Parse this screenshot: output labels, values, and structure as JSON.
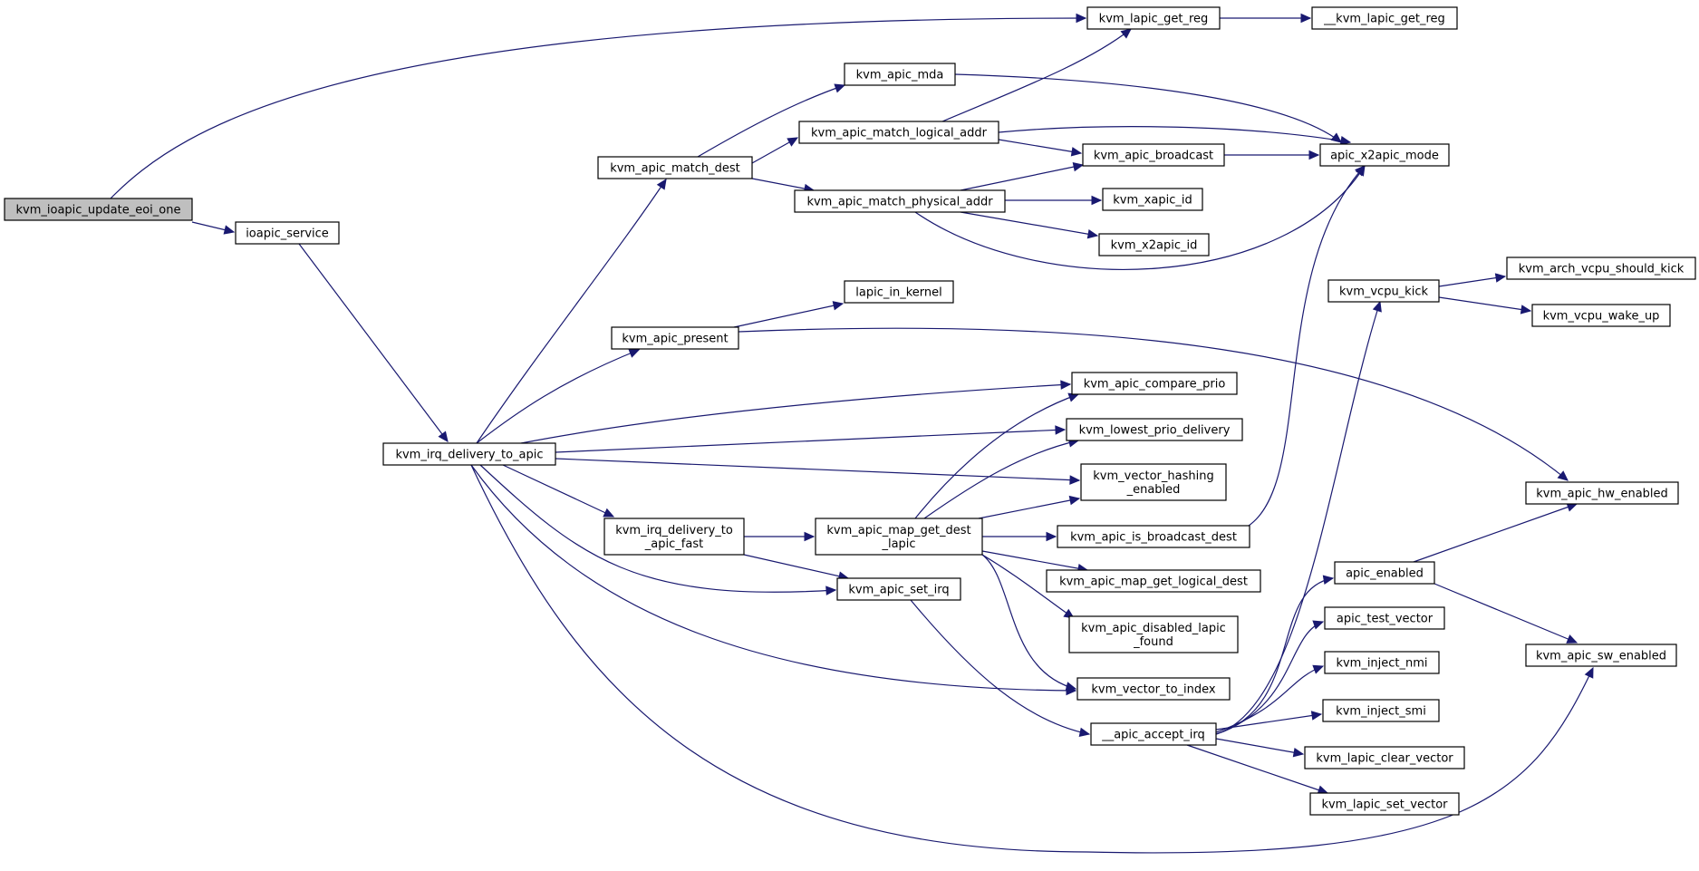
{
  "colors": {
    "edge": "#191970",
    "node_border": "#000000",
    "node_fill": "#ffffff",
    "root_fill": "#bfbfbf"
  },
  "nodes": [
    {
      "id": "kvm_ioapic_update_eoi_one",
      "lines": [
        "kvm_ioapic_update_eoi_one"
      ],
      "root": true
    },
    {
      "id": "ioapic_service",
      "lines": [
        "ioapic_service"
      ]
    },
    {
      "id": "kvm_lapic_get_reg",
      "lines": [
        "kvm_lapic_get_reg"
      ]
    },
    {
      "id": "__kvm_lapic_get_reg",
      "lines": [
        "__kvm_lapic_get_reg"
      ]
    },
    {
      "id": "kvm_apic_mda",
      "lines": [
        "kvm_apic_mda"
      ]
    },
    {
      "id": "kvm_apic_match_logical_addr",
      "lines": [
        "kvm_apic_match_logical_addr"
      ]
    },
    {
      "id": "kvm_apic_match_dest",
      "lines": [
        "kvm_apic_match_dest"
      ]
    },
    {
      "id": "kvm_apic_match_physical_addr",
      "lines": [
        "kvm_apic_match_physical_addr"
      ]
    },
    {
      "id": "kvm_apic_broadcast",
      "lines": [
        "kvm_apic_broadcast"
      ]
    },
    {
      "id": "apic_x2apic_mode",
      "lines": [
        "apic_x2apic_mode"
      ]
    },
    {
      "id": "kvm_xapic_id",
      "lines": [
        "kvm_xapic_id"
      ]
    },
    {
      "id": "kvm_x2apic_id",
      "lines": [
        "kvm_x2apic_id"
      ]
    },
    {
      "id": "lapic_in_kernel",
      "lines": [
        "lapic_in_kernel"
      ]
    },
    {
      "id": "kvm_apic_present",
      "lines": [
        "kvm_apic_present"
      ]
    },
    {
      "id": "kvm_vcpu_kick",
      "lines": [
        "kvm_vcpu_kick"
      ]
    },
    {
      "id": "kvm_arch_vcpu_should_kick",
      "lines": [
        "kvm_arch_vcpu_should_kick"
      ]
    },
    {
      "id": "kvm_vcpu_wake_up",
      "lines": [
        "kvm_vcpu_wake_up"
      ]
    },
    {
      "id": "kvm_apic_compare_prio",
      "lines": [
        "kvm_apic_compare_prio"
      ]
    },
    {
      "id": "kvm_irq_delivery_to_apic",
      "lines": [
        "kvm_irq_delivery_to_apic"
      ]
    },
    {
      "id": "kvm_lowest_prio_delivery",
      "lines": [
        "kvm_lowest_prio_delivery"
      ]
    },
    {
      "id": "kvm_vector_hashing_enabled",
      "lines": [
        "kvm_vector_hashing",
        "_enabled"
      ]
    },
    {
      "id": "kvm_apic_hw_enabled",
      "lines": [
        "kvm_apic_hw_enabled"
      ]
    },
    {
      "id": "kvm_irq_delivery_to_apic_fast",
      "lines": [
        "kvm_irq_delivery_to",
        "_apic_fast"
      ]
    },
    {
      "id": "kvm_apic_map_get_dest_lapic",
      "lines": [
        "kvm_apic_map_get_dest",
        "_lapic"
      ]
    },
    {
      "id": "kvm_apic_is_broadcast_dest",
      "lines": [
        "kvm_apic_is_broadcast_dest"
      ]
    },
    {
      "id": "apic_enabled",
      "lines": [
        "apic_enabled"
      ]
    },
    {
      "id": "kvm_apic_map_get_logical_dest",
      "lines": [
        "kvm_apic_map_get_logical_dest"
      ]
    },
    {
      "id": "kvm_apic_set_irq",
      "lines": [
        "kvm_apic_set_irq"
      ]
    },
    {
      "id": "apic_test_vector",
      "lines": [
        "apic_test_vector"
      ]
    },
    {
      "id": "kvm_apic_disabled_lapic_found",
      "lines": [
        "kvm_apic_disabled_lapic",
        "_found"
      ]
    },
    {
      "id": "kvm_apic_sw_enabled",
      "lines": [
        "kvm_apic_sw_enabled"
      ]
    },
    {
      "id": "kvm_inject_nmi",
      "lines": [
        "kvm_inject_nmi"
      ]
    },
    {
      "id": "kvm_vector_to_index",
      "lines": [
        "kvm_vector_to_index"
      ]
    },
    {
      "id": "kvm_inject_smi",
      "lines": [
        "kvm_inject_smi"
      ]
    },
    {
      "id": "__apic_accept_irq",
      "lines": [
        "__apic_accept_irq"
      ]
    },
    {
      "id": "kvm_lapic_clear_vector",
      "lines": [
        "kvm_lapic_clear_vector"
      ]
    },
    {
      "id": "kvm_lapic_set_vector",
      "lines": [
        "kvm_lapic_set_vector"
      ]
    }
  ],
  "edges": [
    [
      "kvm_ioapic_update_eoi_one",
      "kvm_lapic_get_reg"
    ],
    [
      "kvm_ioapic_update_eoi_one",
      "ioapic_service"
    ],
    [
      "ioapic_service",
      "kvm_irq_delivery_to_apic"
    ],
    [
      "kvm_lapic_get_reg",
      "__kvm_lapic_get_reg"
    ],
    [
      "kvm_apic_mda",
      "apic_x2apic_mode"
    ],
    [
      "kvm_apic_match_logical_addr",
      "kvm_lapic_get_reg"
    ],
    [
      "kvm_apic_match_logical_addr",
      "apic_x2apic_mode"
    ],
    [
      "kvm_apic_match_logical_addr",
      "kvm_apic_broadcast"
    ],
    [
      "kvm_apic_match_dest",
      "kvm_apic_mda"
    ],
    [
      "kvm_apic_match_dest",
      "kvm_apic_match_logical_addr"
    ],
    [
      "kvm_apic_match_dest",
      "kvm_apic_match_physical_addr"
    ],
    [
      "kvm_apic_match_physical_addr",
      "kvm_apic_broadcast"
    ],
    [
      "kvm_apic_match_physical_addr",
      "kvm_xapic_id"
    ],
    [
      "kvm_apic_match_physical_addr",
      "kvm_x2apic_id"
    ],
    [
      "kvm_apic_match_physical_addr",
      "apic_x2apic_mode"
    ],
    [
      "kvm_apic_broadcast",
      "apic_x2apic_mode"
    ],
    [
      "kvm_apic_present",
      "lapic_in_kernel"
    ],
    [
      "kvm_apic_present",
      "kvm_apic_hw_enabled"
    ],
    [
      "kvm_vcpu_kick",
      "kvm_arch_vcpu_should_kick"
    ],
    [
      "kvm_vcpu_kick",
      "kvm_vcpu_wake_up"
    ],
    [
      "kvm_irq_delivery_to_apic",
      "kvm_apic_match_dest"
    ],
    [
      "kvm_irq_delivery_to_apic",
      "kvm_apic_present"
    ],
    [
      "kvm_irq_delivery_to_apic",
      "kvm_apic_compare_prio"
    ],
    [
      "kvm_irq_delivery_to_apic",
      "kvm_lowest_prio_delivery"
    ],
    [
      "kvm_irq_delivery_to_apic",
      "kvm_vector_hashing_enabled"
    ],
    [
      "kvm_irq_delivery_to_apic",
      "kvm_irq_delivery_to_apic_fast"
    ],
    [
      "kvm_irq_delivery_to_apic",
      "kvm_apic_set_irq"
    ],
    [
      "kvm_irq_delivery_to_apic",
      "kvm_vector_to_index"
    ],
    [
      "kvm_irq_delivery_to_apic",
      "kvm_apic_sw_enabled"
    ],
    [
      "kvm_irq_delivery_to_apic_fast",
      "kvm_apic_map_get_dest_lapic"
    ],
    [
      "kvm_irq_delivery_to_apic_fast",
      "kvm_apic_set_irq"
    ],
    [
      "kvm_apic_map_get_dest_lapic",
      "kvm_apic_compare_prio"
    ],
    [
      "kvm_apic_map_get_dest_lapic",
      "kvm_lowest_prio_delivery"
    ],
    [
      "kvm_apic_map_get_dest_lapic",
      "kvm_vector_hashing_enabled"
    ],
    [
      "kvm_apic_map_get_dest_lapic",
      "kvm_apic_is_broadcast_dest"
    ],
    [
      "kvm_apic_map_get_dest_lapic",
      "kvm_apic_map_get_logical_dest"
    ],
    [
      "kvm_apic_map_get_dest_lapic",
      "kvm_apic_disabled_lapic_found"
    ],
    [
      "kvm_apic_map_get_dest_lapic",
      "kvm_vector_to_index"
    ],
    [
      "kvm_apic_is_broadcast_dest",
      "apic_x2apic_mode"
    ],
    [
      "kvm_apic_set_irq",
      "__apic_accept_irq"
    ],
    [
      "__apic_accept_irq",
      "kvm_vcpu_kick"
    ],
    [
      "__apic_accept_irq",
      "apic_enabled"
    ],
    [
      "__apic_accept_irq",
      "apic_test_vector"
    ],
    [
      "__apic_accept_irq",
      "kvm_inject_nmi"
    ],
    [
      "__apic_accept_irq",
      "kvm_inject_smi"
    ],
    [
      "__apic_accept_irq",
      "kvm_lapic_clear_vector"
    ],
    [
      "__apic_accept_irq",
      "kvm_lapic_set_vector"
    ],
    [
      "apic_enabled",
      "kvm_apic_hw_enabled"
    ],
    [
      "apic_enabled",
      "kvm_apic_sw_enabled"
    ]
  ]
}
